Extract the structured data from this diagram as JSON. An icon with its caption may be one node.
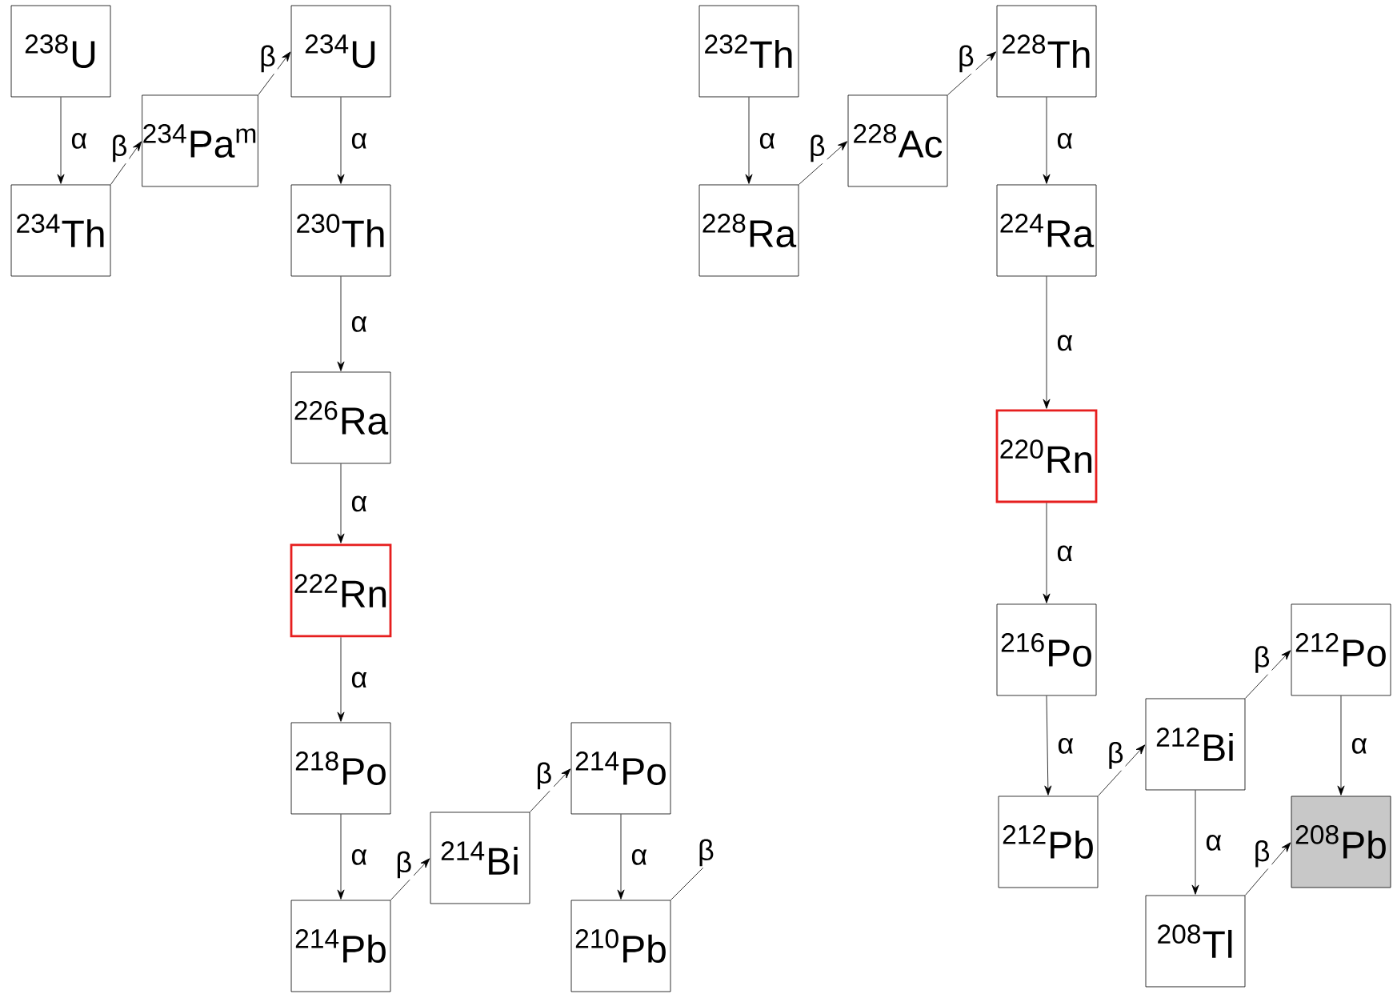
{
  "diagram": {
    "nodes": [
      {
        "text": [
          "$^{238}$U"
        ]
      },
      {
        "text": [
          "$^{234}$Th"
        ]
      },
      {
        "text": [
          "$^{234}$Pa$^{m}$"
        ]
      },
      {
        "text": [
          "$^{234}$U"
        ]
      },
      {
        "text": [
          "$^{230}$Th"
        ]
      },
      {
        "text": [
          "$^{226}$Ra"
        ]
      },
      {
        "text": [
          "$^{222}$Rn"
        ]
      },
      {
        "text": [
          "$^{218}$Po"
        ]
      },
      {
        "text": [
          "$^{214}$Pb"
        ]
      },
      {
        "text": [
          "$^{214}$Bi"
        ]
      },
      {
        "text": [
          "$^{214}$Po"
        ]
      },
      {
        "text": [
          "$^{210}$Pb"
        ]
      },
      {
        "text": [
          "$^{232}$Th"
        ]
      },
      {
        "text": [
          "$^{228}$Ra"
        ]
      },
      {
        "text": [
          "$^{228}$Ac"
        ]
      },
      {
        "text": [
          "$^{228}$Th"
        ]
      },
      {
        "text": [
          "$^{224}$Ra"
        ]
      },
      {
        "text": [
          "$^{220}$Rn"
        ]
      },
      {
        "text": [
          "$^{216}$Po"
        ]
      },
      {
        "text": [
          "$^{212}$Pb"
        ]
      },
      {
        "text": [
          "$^{212}$Bi"
        ]
      },
      {
        "text": [
          "$^{212}$Po"
        ]
      },
      {
        "text": [
          "$^{208}$Pb"
        ]
      },
      {
        "text": [
          "$^{208}$Tl"
        ]
      }
    ],
    "edges": [
      {
        "from": 0,
        "to": 1,
        "arrow": "to",
        "label": "α"
      },
      {
        "from": 1,
        "to": 2,
        "arrow": "to",
        "label": "β"
      },
      {
        "from": 2,
        "to": 3,
        "arrow": "to",
        "label": "β"
      },
      {
        "from": 3,
        "to": 4,
        "arrow": "to",
        "label": "α"
      },
      {
        "from": 4,
        "to": 5,
        "arrow": "to",
        "label": "α"
      },
      {
        "from": 5,
        "to": 6,
        "arrow": "to",
        "label": "α"
      },
      {
        "from": 6,
        "to": 7,
        "arrow": "to",
        "label": "α"
      },
      {
        "from": 7,
        "to": 8,
        "arrow": "to",
        "label": "α"
      },
      {
        "from": 8,
        "to": 9,
        "arrow": "to",
        "label": "β"
      },
      {
        "from": 9,
        "to": 10,
        "arrow": "to",
        "label": "β"
      },
      {
        "from": 10,
        "to": 11,
        "arrow": "to",
        "label": "α"
      },
      {
        "from": 11,
        "to": null,
        "arrow": "none",
        "label": "β"
      },
      {
        "from": 12,
        "to": 13,
        "arrow": "to",
        "label": "α"
      },
      {
        "from": 13,
        "to": 14,
        "arrow": "to",
        "label": "β"
      },
      {
        "from": 14,
        "to": 15,
        "arrow": "to",
        "label": "β"
      },
      {
        "from": 15,
        "to": 16,
        "arrow": "to",
        "label": "α"
      },
      {
        "from": 16,
        "to": 17,
        "arrow": "to",
        "label": "α"
      },
      {
        "from": 17,
        "to": 18,
        "arrow": "to",
        "label": "α"
      },
      {
        "from": 18,
        "to": 19,
        "arrow": "to",
        "label": "α"
      },
      {
        "from": 19,
        "to": 20,
        "arrow": "to",
        "label": "β"
      },
      {
        "from": 20,
        "to": 21,
        "arrow": "to",
        "label": "β"
      },
      {
        "from": 21,
        "to": 22,
        "arrow": "to",
        "label": "α"
      },
      {
        "from": 20,
        "to": 23,
        "arrow": "to",
        "label": "α"
      },
      {
        "from": 23,
        "to": 22,
        "arrow": "to",
        "label": "β"
      }
    ]
  }
}
